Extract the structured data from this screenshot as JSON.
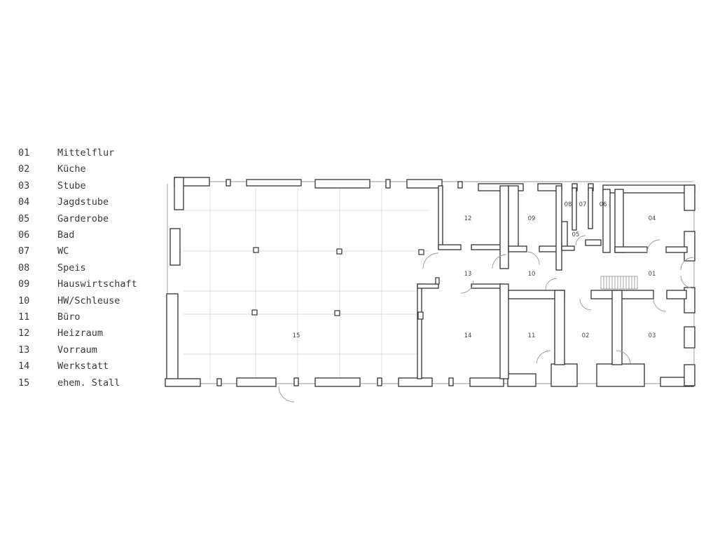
{
  "legend": [
    {
      "num": "01",
      "name": "Mittelflur"
    },
    {
      "num": "02",
      "name": "Küche"
    },
    {
      "num": "03",
      "name": "Stube"
    },
    {
      "num": "04",
      "name": "Jagdstube"
    },
    {
      "num": "05",
      "name": "Garderobe"
    },
    {
      "num": "06",
      "name": "Bad"
    },
    {
      "num": "07",
      "name": "WC"
    },
    {
      "num": "08",
      "name": "Speis"
    },
    {
      "num": "09",
      "name": "Hauswirtschaft"
    },
    {
      "num": "10",
      "name": "HW/Schleuse"
    },
    {
      "num": "11",
      "name": "Büro"
    },
    {
      "num": "12",
      "name": "Heizraum"
    },
    {
      "num": "13",
      "name": "Vorraum"
    },
    {
      "num": "14",
      "name": "Werkstatt"
    },
    {
      "num": "15",
      "name": "ehem. Stall"
    }
  ],
  "rooms": {
    "r01": "01",
    "r02": "02",
    "r03": "03",
    "r04": "04",
    "r05": "05",
    "r06": "06",
    "r07": "07",
    "r08": "08",
    "r09": "09",
    "r10": "10",
    "r11": "11",
    "r12": "12",
    "r13": "13",
    "r14": "14",
    "r15": "15"
  }
}
